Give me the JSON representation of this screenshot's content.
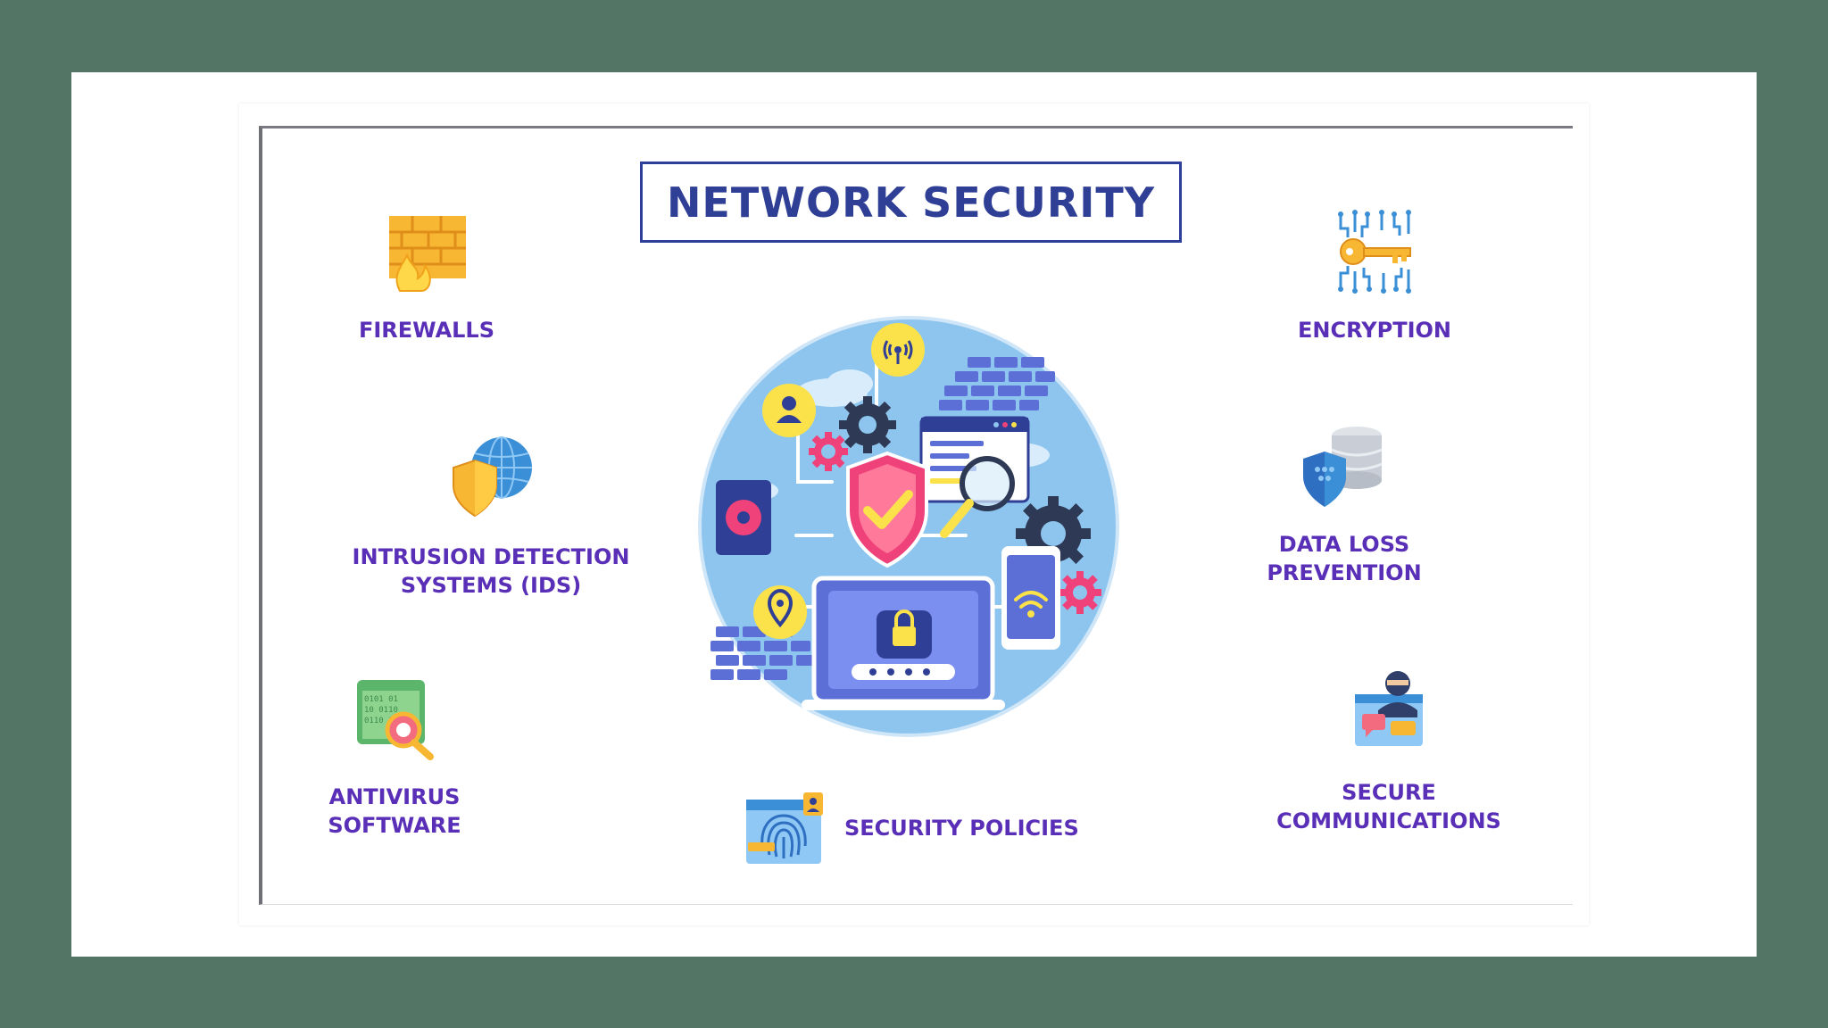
{
  "title": "NETWORK SECURITY",
  "colors": {
    "background": "#537566",
    "title_border": "#2e3f9c",
    "title_text": "#2f3f96",
    "label_text": "#5a2fb8",
    "circle": "#8ec5ef"
  },
  "items": [
    {
      "id": "firewalls",
      "label": "FIREWALLS",
      "icon": "firewall-icon"
    },
    {
      "id": "encryption",
      "label": "ENCRYPTION",
      "icon": "encryption-key-icon"
    },
    {
      "id": "ids",
      "label": "INTRUSION DETECTION\nSYSTEMS (IDS)",
      "icon": "shield-globe-icon"
    },
    {
      "id": "dlp",
      "label": "DATA LOSS\nPREVENTION",
      "icon": "shield-database-icon"
    },
    {
      "id": "antivirus",
      "label": "ANTIVIRUS\nSOFTWARE",
      "icon": "antivirus-scan-icon"
    },
    {
      "id": "policies",
      "label": "SECURITY POLICIES",
      "icon": "fingerprint-icon"
    },
    {
      "id": "comms",
      "label": "SECURE\nCOMMUNICATIONS",
      "icon": "secure-chat-icon"
    }
  ],
  "center_illustration": "network-security-illustration"
}
